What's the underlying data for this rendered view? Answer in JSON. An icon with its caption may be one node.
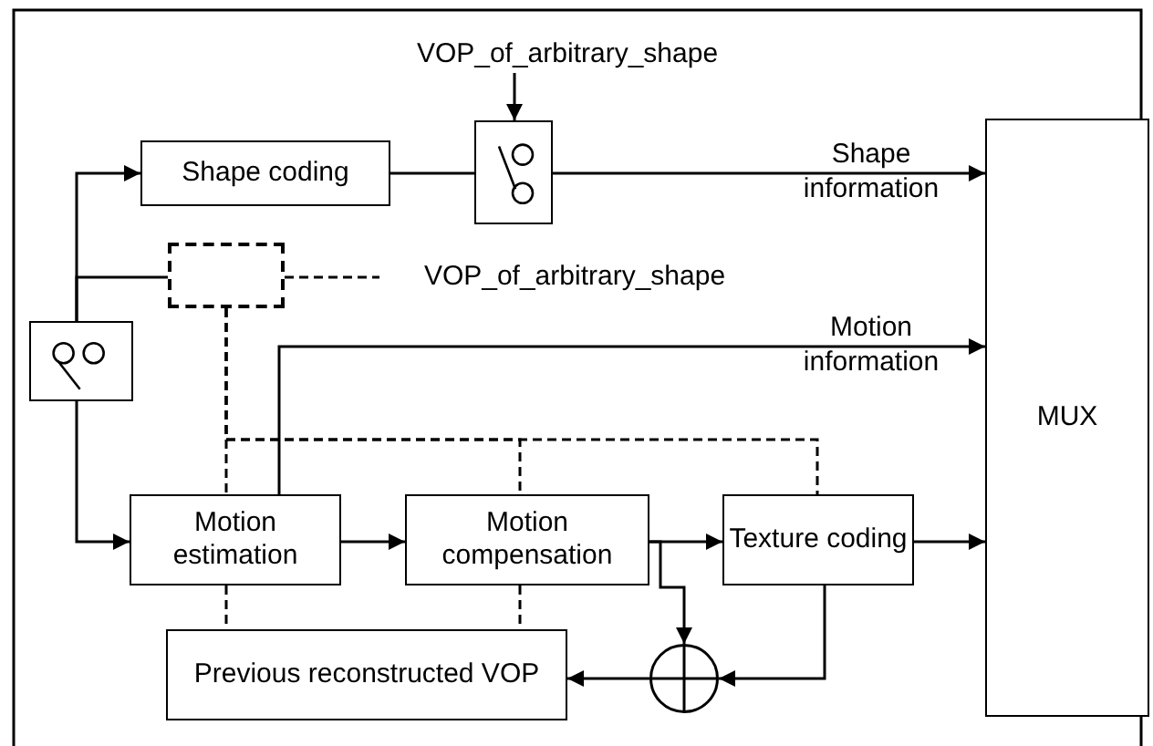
{
  "diagram": {
    "nodes": [
      {
        "text": [
          "VOP_of_arbitrary_shape"
        ]
      },
      {
        "text": [
          "Shape coding"
        ]
      },
      {
        "text": [],
        "shape": "switch"
      },
      {
        "text": [
          "MUX"
        ]
      },
      {
        "text": [],
        "shape": "box"
      },
      {
        "text": [
          "VOP_of_arbitrary_shape"
        ]
      },
      {
        "text": [],
        "shape": "switch"
      },
      {
        "text": [
          "Motion estimation"
        ]
      },
      {
        "text": [
          "Motion compensation"
        ]
      },
      {
        "text": [
          "Texture coding"
        ]
      },
      {
        "text": [],
        "shape": "circle"
      },
      {
        "text": [
          "Previous reconstructed VOP"
        ]
      }
    ],
    "edges": [
      {
        "from": 6,
        "to": 1,
        "arrow": "to"
      },
      {
        "from": 6,
        "to": 4,
        "arrow": "none"
      },
      {
        "from": 6,
        "to": 7,
        "arrow": "to"
      },
      {
        "from": 1,
        "to": 2,
        "arrow": "none"
      },
      {
        "from": 0,
        "to": 2,
        "arrow": "to"
      },
      {
        "from": 2,
        "to": 3,
        "arrow": "to",
        "label": "Shape information"
      },
      {
        "from": 4,
        "to": 5,
        "arrow": "none",
        "style": "dashed"
      },
      {
        "from": 4,
        "to": 7,
        "arrow": "none",
        "style": "dashed"
      },
      {
        "from": 4,
        "to": 8,
        "arrow": "none",
        "style": "dashed"
      },
      {
        "from": 4,
        "to": 9,
        "arrow": "none",
        "style": "dashed"
      },
      {
        "from": 7,
        "to": 3,
        "arrow": "to",
        "label": "Motion information"
      },
      {
        "from": 7,
        "to": 8,
        "arrow": "to"
      },
      {
        "from": 8,
        "to": 9,
        "arrow": "to"
      },
      {
        "from": 8,
        "to": 10,
        "arrow": "to"
      },
      {
        "from": 9,
        "to": 10,
        "arrow": "to"
      },
      {
        "from": 10,
        "to": 11,
        "arrow": "to"
      },
      {
        "from": 7,
        "to": 11,
        "arrow": "none",
        "style": "dashed"
      },
      {
        "from": 8,
        "to": 11,
        "arrow": "none",
        "style": "dashed"
      },
      {
        "from": 9,
        "to": 3,
        "arrow": "to"
      }
    ]
  }
}
